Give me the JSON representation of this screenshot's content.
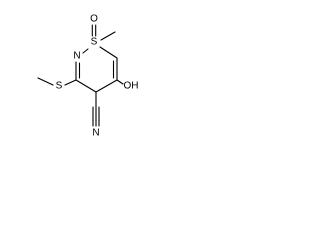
{
  "structure": {
    "atoms": {
      "oxide_o": "O",
      "sulfur_ring": "S",
      "ring_n": "N",
      "hydroxyl": "OH",
      "methylthio_s": "S",
      "nitrile_n": "N"
    }
  }
}
